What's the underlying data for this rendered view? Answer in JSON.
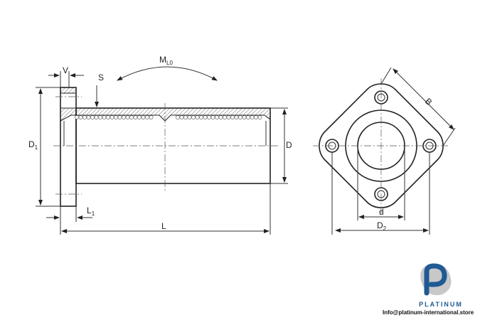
{
  "labels": {
    "V": "V",
    "S": "S",
    "M": "M",
    "M_sub": "L0",
    "D1": "D",
    "D1_sub": "1",
    "D": "D",
    "L": "L",
    "L1": "L",
    "L1_sub": "1",
    "B": "B",
    "d": "d",
    "D2": "D",
    "D2_sub": "2"
  },
  "logo": {
    "brand": "PLATINUM",
    "email": "Info@platinum-international.store",
    "colors": {
      "blue": "#1f5a94",
      "grey": "#c8c8c8"
    }
  }
}
